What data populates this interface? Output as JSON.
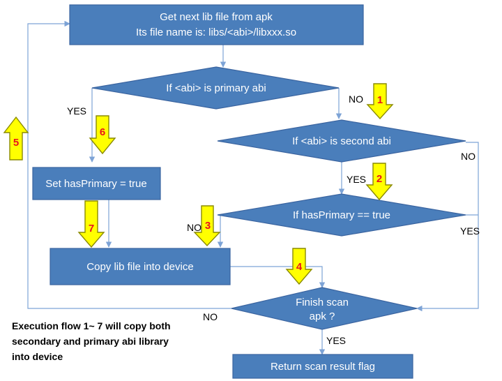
{
  "nodes": {
    "get_next": {
      "line1": "Get next lib file from apk",
      "line2": "Its file name is: libs/<abi>/libxxx.so"
    },
    "primary_check": {
      "text": "If <abi> is primary abi"
    },
    "second_check": {
      "text": "If <abi> is second abi"
    },
    "set_primary": {
      "text": "Set hasPrimary = true"
    },
    "has_primary_check": {
      "text": "If hasPrimary == true"
    },
    "copy": {
      "text": "Copy lib file into device"
    },
    "finish": {
      "line1": "Finish scan",
      "line2": "apk ?"
    },
    "return": {
      "text": "Return scan result flag"
    }
  },
  "edge_labels": {
    "yes_primary": "YES",
    "no_primary": "NO",
    "yes_second": "YES",
    "no_second": "NO",
    "no_has_primary": "NO",
    "yes_has_primary": "YES",
    "no_finish": "NO",
    "yes_finish": "YES"
  },
  "step_markers": {
    "m1": "1",
    "m2": "2",
    "m3": "3",
    "m4": "4",
    "m5": "5",
    "m6": "6",
    "m7": "7"
  },
  "note": {
    "line1": "Execution flow 1~ 7 will copy both",
    "line2": "secondary and primary abi library",
    "line3": "into device"
  },
  "colors": {
    "node_fill": "#4a7ebb",
    "edge": "#7da3d6",
    "marker_fill": "#ffff00",
    "marker_number": "#e8141c"
  }
}
